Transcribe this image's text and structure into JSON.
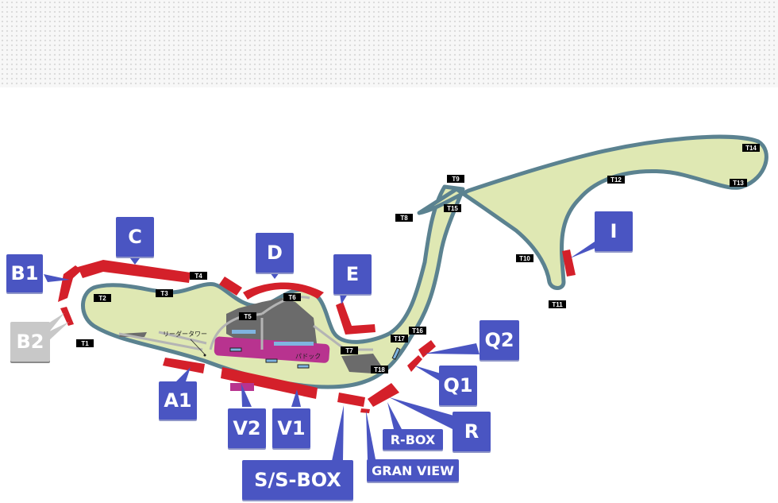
{
  "colors": {
    "track_fill": "#dfe8b3",
    "track_outline": "#5b8290",
    "grandstand_red": "#d4202a",
    "label_blue": "#4a55c2",
    "label_gray": "#c8c8c8",
    "paddock_magenta": "#b8338f",
    "building_gray": "#6b6b6b",
    "road_gray": "#b4b4b4",
    "pit_blue": "#7fb4e0"
  },
  "turns": [
    {
      "id": "T1",
      "label": "T1"
    },
    {
      "id": "T2",
      "label": "T2"
    },
    {
      "id": "T3",
      "label": "T3"
    },
    {
      "id": "T4",
      "label": "T4"
    },
    {
      "id": "T5",
      "label": "T5"
    },
    {
      "id": "T6",
      "label": "T6"
    },
    {
      "id": "T7",
      "label": "T7"
    },
    {
      "id": "T8",
      "label": "T8"
    },
    {
      "id": "T9",
      "label": "T9"
    },
    {
      "id": "T10",
      "label": "T10"
    },
    {
      "id": "T11",
      "label": "T11"
    },
    {
      "id": "T12",
      "label": "T12"
    },
    {
      "id": "T13",
      "label": "T13"
    },
    {
      "id": "T14",
      "label": "T14"
    },
    {
      "id": "T15",
      "label": "T15"
    },
    {
      "id": "T16",
      "label": "T16"
    },
    {
      "id": "T17",
      "label": "T17"
    },
    {
      "id": "T18",
      "label": "T18"
    }
  ],
  "seats": {
    "A1": "A1",
    "B1": "B1",
    "B2": "B2",
    "C": "C",
    "D": "D",
    "E": "E",
    "I": "I",
    "Q1": "Q1",
    "Q2": "Q2",
    "R": "R",
    "R_BOX": "R-BOX",
    "GRAN_VIEW": "GRAN VIEW",
    "SS_BOX": "S/S-BOX",
    "V1": "V1",
    "V2": "V2"
  },
  "landmarks": {
    "leader_tower": "リーダータワー",
    "paddock": "パドック"
  }
}
